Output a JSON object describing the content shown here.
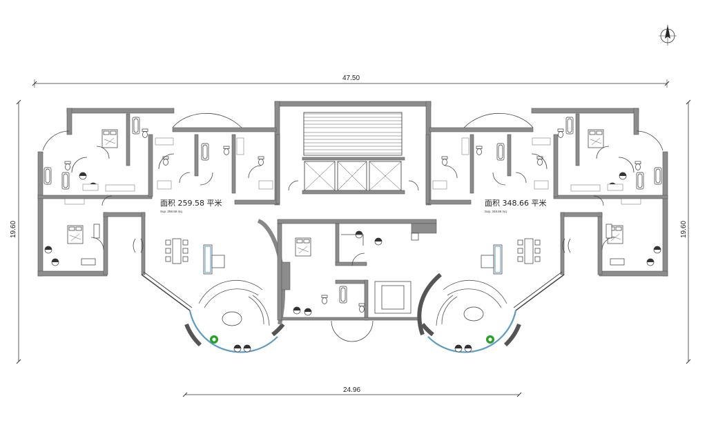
{
  "drawing": {
    "dimensions": {
      "overall_width": "47.50",
      "left_height": "19.60",
      "right_height": "19.60",
      "bottom_width": "24.96"
    },
    "units": [
      {
        "area_label": "面积 259.58 平米",
        "sup_label": "Sup. 259.58 mq"
      },
      {
        "area_label": "面积 348.66 平米",
        "sup_label": "Sup. 348.66 mq"
      }
    ],
    "north_arrow_icon": "north-arrow-icon",
    "colors": {
      "wall": "#8c8c8c",
      "glazing": "#5b9bc4",
      "plant": "#2aa02a"
    }
  }
}
